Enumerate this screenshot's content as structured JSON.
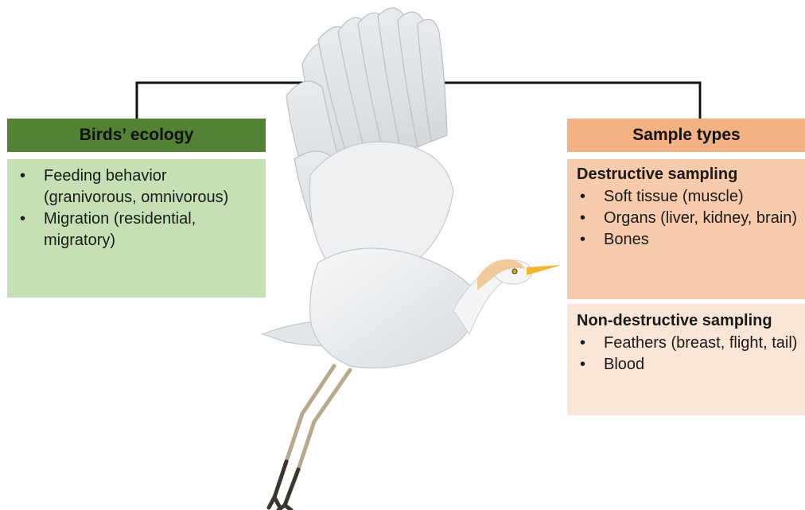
{
  "left_panel": {
    "header": "Birds’ ecology",
    "items": [
      "Feeding behavior (granivorous, omnivorous)",
      "Migration (residential, migratory)"
    ]
  },
  "right_panel": {
    "header": "Sample types",
    "destructive": {
      "title": "Destructive sampling",
      "items": [
        "Soft tissue (muscle)",
        "Organs (liver, kidney, brain)",
        "Bones"
      ]
    },
    "non_destructive": {
      "title": "Non-destructive sampling",
      "items": [
        "Feathers (breast, flight, tail)",
        "Blood"
      ]
    }
  },
  "colors": {
    "ecology_header": "#548235",
    "ecology_box": "#c5e0b4",
    "sample_header": "#f4b183",
    "destructive_box": "#f8cbad",
    "nondestructive_box": "#fbe5d6"
  },
  "image": {
    "subject": "cattle-egret-in-flight"
  }
}
